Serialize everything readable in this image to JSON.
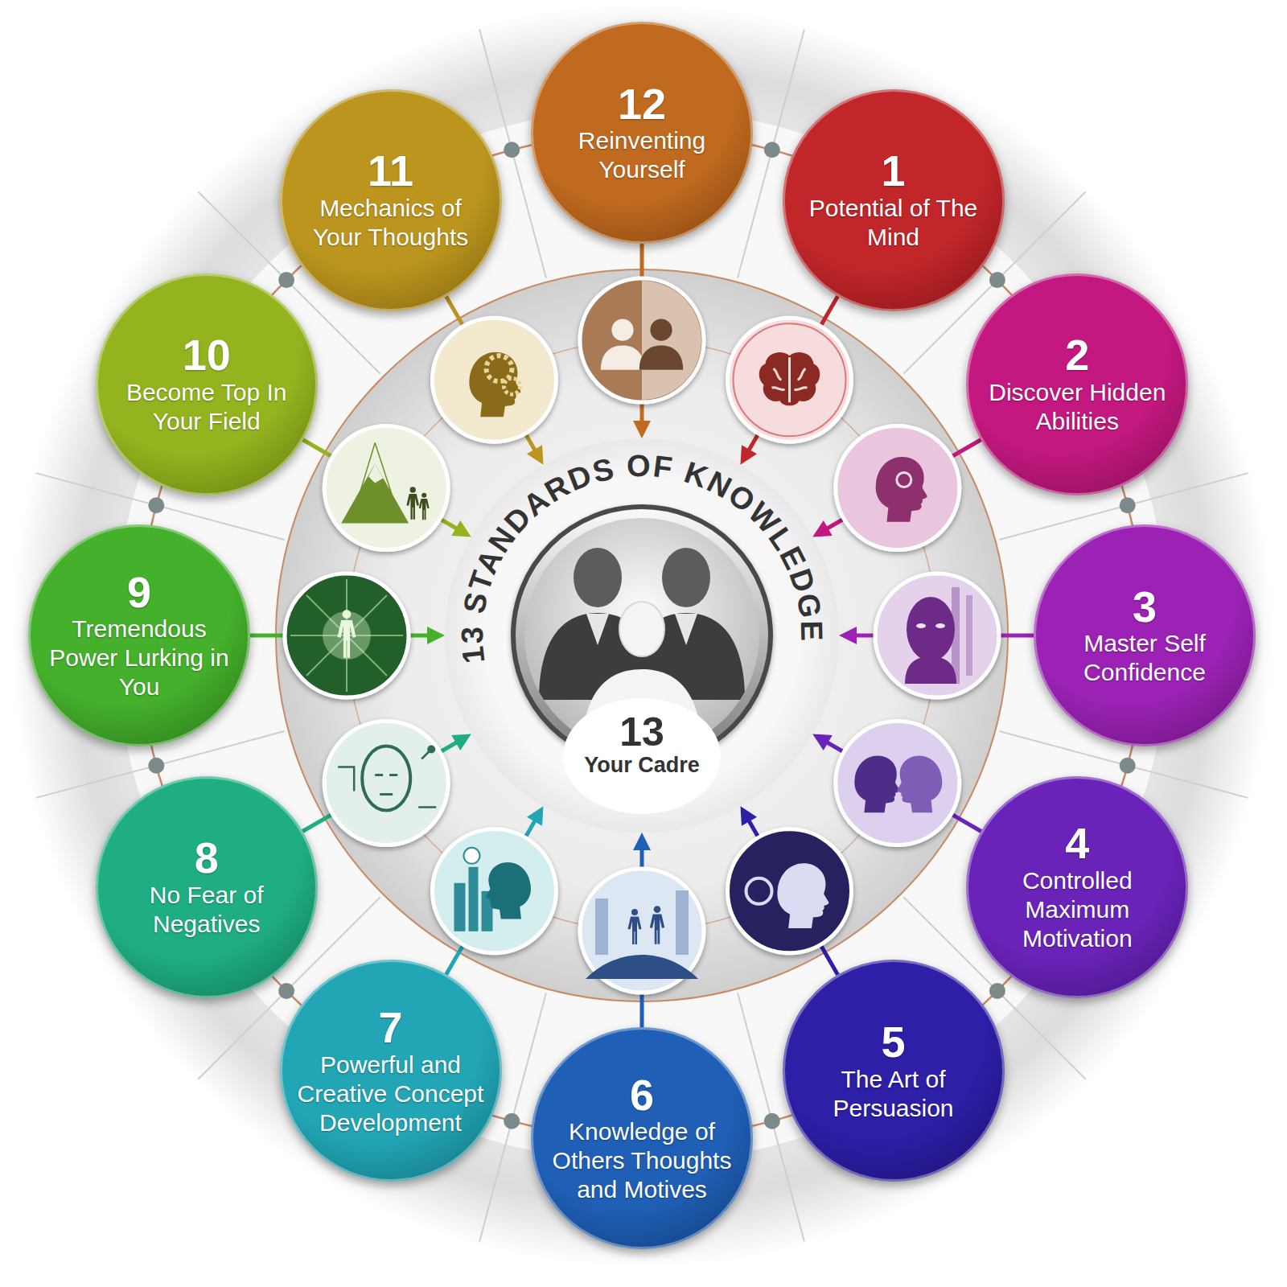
{
  "diagram": {
    "title": "13 STANDARDS OF KNOWLEDGE",
    "nodes": [
      {
        "text": [
          "1",
          "Potential of The Mind"
        ]
      },
      {
        "text": [
          "2",
          "Discover Hidden Abilities"
        ]
      },
      {
        "text": [
          "3",
          "Master Self Confidence"
        ]
      },
      {
        "text": [
          "4",
          "Controlled Maximum Motivation"
        ]
      },
      {
        "text": [
          "5",
          "The Art of Persuasion"
        ]
      },
      {
        "text": [
          "6",
          "Knowledge of Others Thoughts and Motives"
        ]
      },
      {
        "text": [
          "7",
          "Powerful and Creative Concept Development"
        ]
      },
      {
        "text": [
          "8",
          "No Fear of Negatives"
        ]
      },
      {
        "text": [
          "9",
          "Tremendous Power Lurking in You"
        ]
      },
      {
        "text": [
          "10",
          "Become Top In Your Field"
        ]
      },
      {
        "text": [
          "11",
          "Mechanics of Your Thoughts"
        ]
      },
      {
        "text": [
          "12",
          "Reinventing Yourself"
        ]
      },
      {
        "text": [
          "13",
          "Your Cadre"
        ]
      }
    ],
    "edges": [
      {
        "from": 0,
        "to": 12,
        "arrow": "to"
      },
      {
        "from": 1,
        "to": 12,
        "arrow": "to"
      },
      {
        "from": 2,
        "to": 12,
        "arrow": "to"
      },
      {
        "from": 3,
        "to": 12,
        "arrow": "to"
      },
      {
        "from": 4,
        "to": 12,
        "arrow": "to"
      },
      {
        "from": 5,
        "to": 12,
        "arrow": "to"
      },
      {
        "from": 6,
        "to": 12,
        "arrow": "to"
      },
      {
        "from": 7,
        "to": 12,
        "arrow": "to"
      },
      {
        "from": 8,
        "to": 12,
        "arrow": "to"
      },
      {
        "from": 9,
        "to": 12,
        "arrow": "to"
      },
      {
        "from": 10,
        "to": 12,
        "arrow": "to"
      },
      {
        "from": 11,
        "to": 12,
        "arrow": "to"
      }
    ]
  }
}
